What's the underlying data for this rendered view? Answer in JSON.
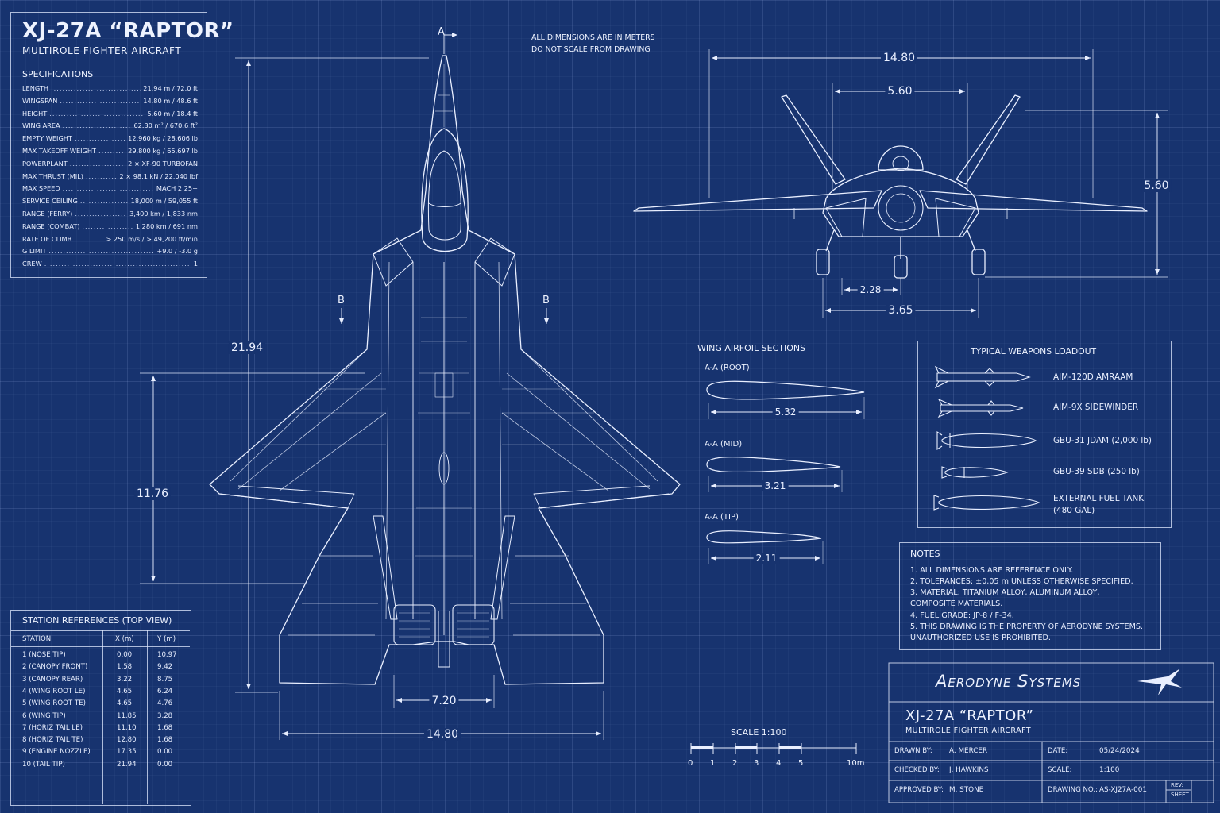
{
  "header": {
    "model": "XJ-27A “RAPTOR”",
    "subtitle": "MULTIROLE FIGHTER AIRCRAFT",
    "dimension_note_1": "ALL DIMENSIONS ARE IN METERS",
    "dimension_note_2": "DO NOT SCALE FROM DRAWING"
  },
  "specifications": {
    "title": "SPECIFICATIONS",
    "rows": [
      {
        "label": "LENGTH",
        "value": "21.94 m / 72.0 ft"
      },
      {
        "label": "WINGSPAN",
        "value": "14.80 m / 48.6 ft"
      },
      {
        "label": "HEIGHT",
        "value": "5.60 m / 18.4 ft"
      },
      {
        "label": "WING AREA",
        "value": "62.30 m² / 670.6 ft²"
      },
      {
        "label": "EMPTY WEIGHT",
        "value": "12,960 kg / 28,606 lb"
      },
      {
        "label": "MAX TAKEOFF WEIGHT",
        "value": "29,800 kg / 65,697 lb"
      },
      {
        "label": "POWERPLANT",
        "value": "2 × XF-90 TURBOFAN"
      },
      {
        "label": "MAX THRUST (MIL)",
        "value": "2 × 98.1 kN / 22,040 lbf"
      },
      {
        "label": "MAX SPEED",
        "value": "MACH 2.25+"
      },
      {
        "label": "SERVICE CEILING",
        "value": "18,000 m / 59,055 ft"
      },
      {
        "label": "RANGE (FERRY)",
        "value": "3,400 km / 1,833 nm"
      },
      {
        "label": "RANGE (COMBAT)",
        "value": "1,280 km / 691 nm"
      },
      {
        "label": "RATE OF CLIMB",
        "value": "> 250 m/s / > 49,200 ft/min"
      },
      {
        "label": "G LIMIT",
        "value": "+9.0 / -3.0 g"
      },
      {
        "label": "CREW",
        "value": "1"
      }
    ]
  },
  "stations": {
    "title": "STATION REFERENCES (TOP VIEW)",
    "headers": [
      "STATION",
      "X (m)",
      "Y (m)"
    ],
    "rows": [
      [
        "1 (NOSE TIP)",
        "0.00",
        "10.97"
      ],
      [
        "2 (CANOPY FRONT)",
        "1.58",
        "9.42"
      ],
      [
        "3 (CANOPY REAR)",
        "3.22",
        "8.75"
      ],
      [
        "4 (WING ROOT LE)",
        "4.65",
        "6.24"
      ],
      [
        "5 (WING ROOT TE)",
        "4.65",
        "4.76"
      ],
      [
        "6 (WING TIP)",
        "11.85",
        "3.28"
      ],
      [
        "7 (HORIZ TAIL LE)",
        "11.10",
        "1.68"
      ],
      [
        "8 (HORIZ TAIL TE)",
        "12.80",
        "1.68"
      ],
      [
        "9 (ENGINE NOZZLE)",
        "17.35",
        "0.00"
      ],
      [
        "10 (TAIL TIP)",
        "21.94",
        "0.00"
      ]
    ]
  },
  "top_view": {
    "section_a": "A",
    "section_b_left": "B",
    "section_b_right": "B",
    "length": "21.94",
    "wing_depth": "11.76",
    "nozzle_span": "7.20",
    "span": "14.80"
  },
  "front_view": {
    "span": "14.80",
    "tail_span": "5.60",
    "height": "5.60",
    "main_gear": "2.28",
    "track": "3.65"
  },
  "airfoils": {
    "title": "WING AIRFOIL SECTIONS",
    "sections": [
      {
        "label": "A-A (ROOT)",
        "chord": "5.32"
      },
      {
        "label": "A-A (MID)",
        "chord": "3.21"
      },
      {
        "label": "A-A (TIP)",
        "chord": "2.11"
      }
    ]
  },
  "weapons": {
    "title": "TYPICAL WEAPONS LOADOUT",
    "items": [
      {
        "name": "AIM-120D AMRAAM",
        "icon": "missile-icon"
      },
      {
        "name": "AIM-9X SIDEWINDER",
        "icon": "missile-icon"
      },
      {
        "name": "GBU-31 JDAM (2,000 lb)",
        "icon": "bomb-icon"
      },
      {
        "name": "GBU-39 SDB (250 lb)",
        "icon": "bomb-icon"
      },
      {
        "name": "EXTERNAL FUEL TANK",
        "name2": "(480 GAL)",
        "icon": "fuel-tank-icon"
      }
    ]
  },
  "notes": {
    "title": "NOTES",
    "lines": [
      "1.  ALL DIMENSIONS ARE REFERENCE ONLY.",
      "2.  TOLERANCES: ±0.05 m UNLESS OTHERWISE SPECIFIED.",
      "3.  MATERIAL: TITANIUM ALLOY, ALUMINUM ALLOY,",
      "     COMPOSITE MATERIALS.",
      "4.  FUEL GRADE: JP-8 / F-34.",
      "5.  THIS DRAWING IS THE PROPERTY OF AERODYNE SYSTEMS.",
      "     UNAUTHORIZED USE IS PROHIBITED."
    ]
  },
  "scale": {
    "title": "SCALE 1:100",
    "ticks": [
      "0",
      "1",
      "2",
      "3",
      "4",
      "5",
      "10m"
    ]
  },
  "title_block": {
    "company": "Aerodyne Systems",
    "model": "XJ-27A “RAPTOR”",
    "subtitle": "MULTIROLE FIGHTER AIRCRAFT",
    "drawn_by_label": "DRAWN BY:",
    "drawn_by": "A. MERCER",
    "checked_by_label": "CHECKED BY:",
    "checked_by": "J. HAWKINS",
    "approved_by_label": "APPROVED BY:",
    "approved_by": "M. STONE",
    "date_label": "DATE:",
    "date": "05/24/2024",
    "scale_label": "SCALE:",
    "scale": "1:100",
    "drawing_no_label": "DRAWING NO.:",
    "drawing_no": "AS-XJ27A-001",
    "rev_label": "REV:",
    "sheet_label": "SHEET"
  },
  "colors": {
    "background": "#17336f",
    "line": "#e9efff"
  }
}
